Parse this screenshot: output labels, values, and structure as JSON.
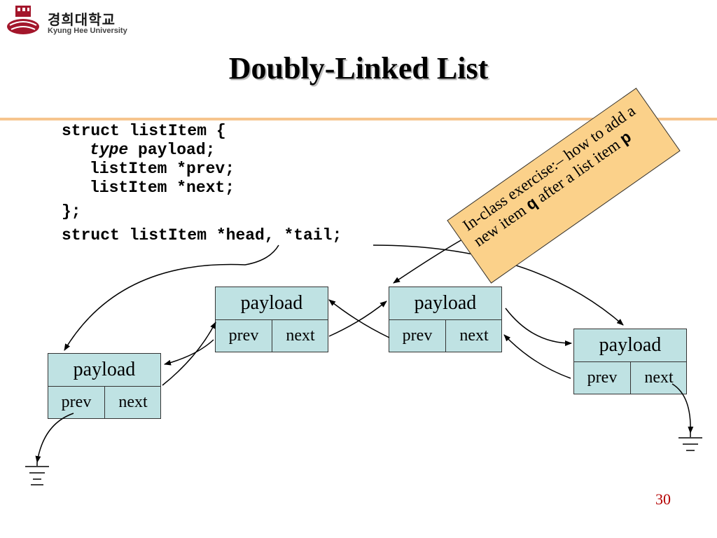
{
  "logo": {
    "korean": "경희대학교",
    "english": "Kyung Hee University"
  },
  "title": "Doubly-Linked List",
  "code": {
    "line1": "struct listItem {",
    "line2_type": "type",
    "line2_rest": " payload;",
    "line3": "listItem *prev;",
    "line4": "listItem *next;",
    "line5": "};",
    "line6": "struct listItem *head, *tail;"
  },
  "nodes": [
    {
      "payload": "payload",
      "prev": "prev",
      "next": "next"
    },
    {
      "payload": "payload",
      "prev": "prev",
      "next": "next"
    },
    {
      "payload": "payload",
      "prev": "prev",
      "next": "next"
    },
    {
      "payload": "payload",
      "prev": "prev",
      "next": "next"
    }
  ],
  "callout": {
    "text_before_q": "In-class exercise:– how to add a new item ",
    "q": "q",
    "text_after_q": " after a list item ",
    "p": "p"
  },
  "page_number": "30",
  "colors": {
    "node_fill": "#bfe2e3",
    "callout_fill": "#fbd18a",
    "rule": "#f6c58e",
    "page_number": "#b40000"
  }
}
